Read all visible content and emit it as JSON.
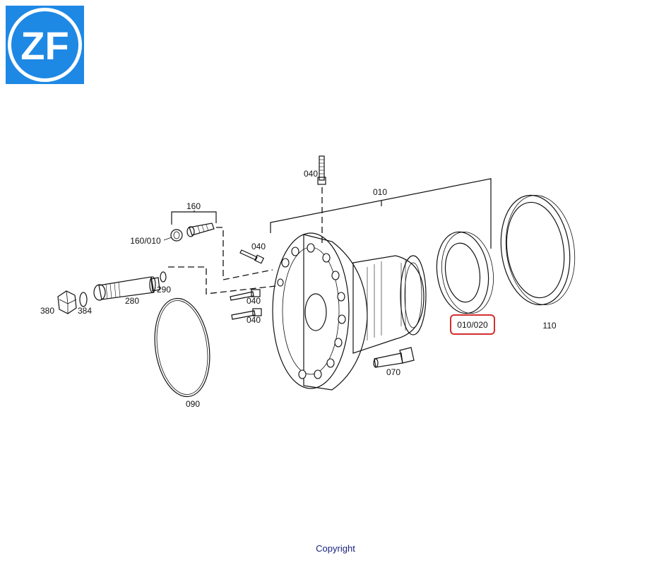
{
  "logo": {
    "text": "ZF",
    "bg_color": "#1e88e5",
    "fg_color": "#ffffff"
  },
  "labels": {
    "p040_top": "040",
    "p010": "010",
    "p160": "160",
    "p160_010": "160/010",
    "p040_left": "040",
    "p290": "290",
    "p280": "280",
    "p380": "380",
    "p384": "384",
    "p040_mid1": "040",
    "p040_mid2": "040",
    "p090": "090",
    "p070": "070",
    "p010_020": "010/020",
    "p110": "110"
  },
  "highlight": {
    "label": "010/020",
    "color": "#d32f2f"
  },
  "footer": {
    "copyright": "Copyright"
  }
}
